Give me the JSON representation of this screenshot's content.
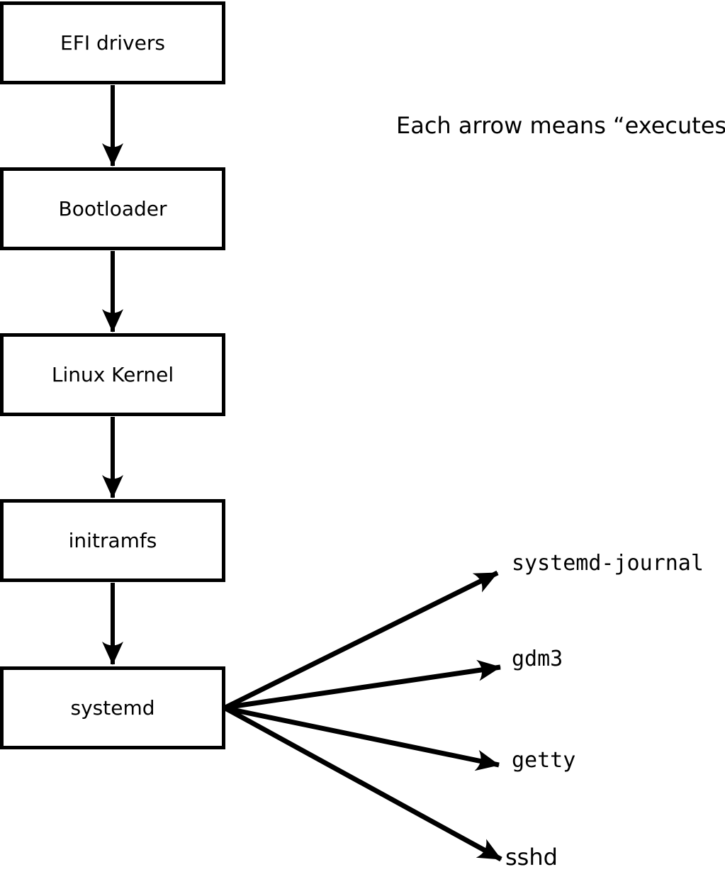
{
  "canvas": {
    "background_color": "#ffffff",
    "ink_color": "#000000"
  },
  "caption": {
    "text": "Each arrow means “executes”."
  },
  "boxes": [
    {
      "label": "EFI drivers"
    },
    {
      "label": "Bootloader"
    },
    {
      "label": "Linux Kernel"
    },
    {
      "label": "initramfs"
    },
    {
      "label": "systemd"
    }
  ],
  "targets": [
    {
      "label": "systemd-journal"
    },
    {
      "label": "gdm3"
    },
    {
      "label": "getty"
    },
    {
      "label": "sshd"
    }
  ],
  "edges": [
    {
      "from": "EFI drivers",
      "to": "Bootloader"
    },
    {
      "from": "Bootloader",
      "to": "Linux Kernel"
    },
    {
      "from": "Linux Kernel",
      "to": "initramfs"
    },
    {
      "from": "initramfs",
      "to": "systemd"
    },
    {
      "from": "systemd",
      "to": "systemd-journal"
    },
    {
      "from": "systemd",
      "to": "gdm3"
    },
    {
      "from": "systemd",
      "to": "getty"
    },
    {
      "from": "systemd",
      "to": "sshd"
    }
  ]
}
